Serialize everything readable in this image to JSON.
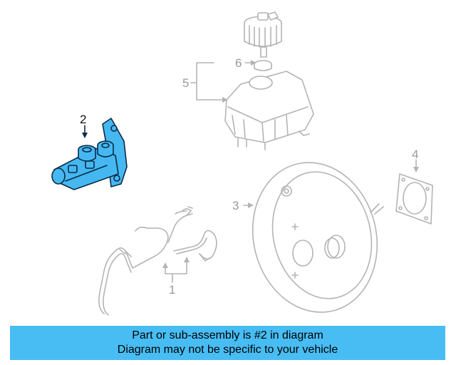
{
  "callouts": {
    "c1": "1",
    "c2": "2",
    "c3": "3",
    "c4": "4",
    "c5": "5",
    "c6": "6"
  },
  "highlight_color": "#45b8f2",
  "banner": {
    "line1": "Part or sub-assembly is #2 in diagram",
    "line2": "Diagram may not be specific to your vehicle",
    "color": "#48bdf3"
  }
}
